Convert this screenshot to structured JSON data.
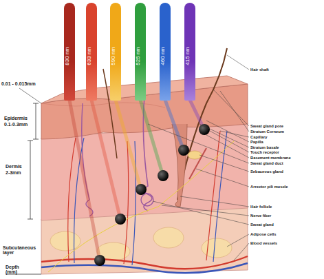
{
  "diagram": {
    "nodes": [
      {
        "text": [
          "830 nm"
        ]
      },
      {
        "text": [
          "633 nm"
        ]
      },
      {
        "text": [
          "590 nm"
        ]
      },
      {
        "text": [
          "525 nm"
        ]
      },
      {
        "text": [
          "460 nm"
        ]
      },
      {
        "text": [
          "415 nm"
        ]
      }
    ],
    "labels": [
      "0.01 - 0.015mm",
      "Epidermis",
      "0.1-0.3mm",
      "Dermis",
      "2-3mm",
      "Depth (mm)",
      "Subcutaneous layer",
      "Hair shaft",
      "Sweat gland pore",
      "Stratum Corneum",
      "Capillary",
      "Papilla",
      "Stratum basale",
      "Touch receptor",
      "Basement membrane",
      "Sweat gland duct",
      "Sebaceous gland",
      "Arrector pili muscle",
      "Hair follicle",
      "Nerve fiber",
      "Sweat gland",
      "Adipose cells",
      "Blood vessels"
    ]
  }
}
